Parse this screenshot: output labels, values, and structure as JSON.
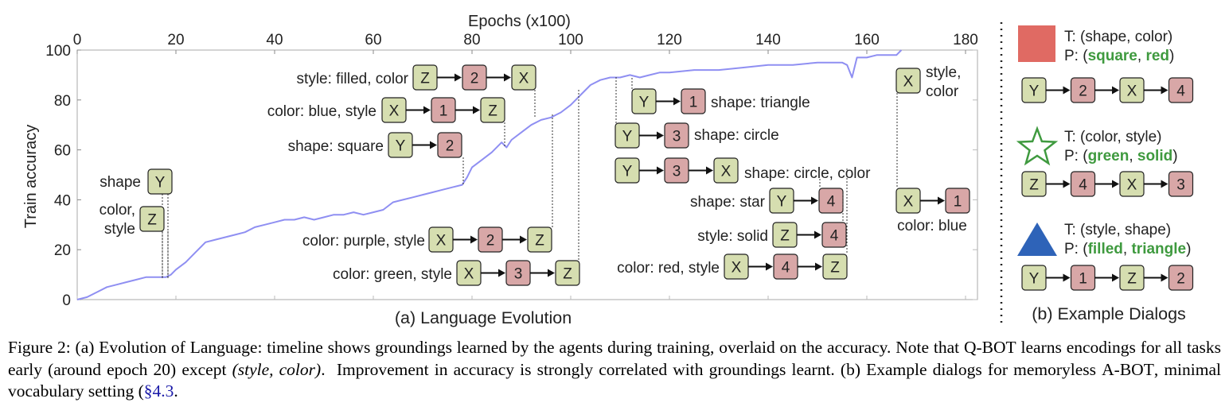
{
  "chart_data": {
    "type": "line",
    "title": "",
    "xlabel": "Epochs (x100)",
    "ylabel": "Train accuracy",
    "xlim": [
      0,
      182
    ],
    "ylim": [
      0,
      100
    ],
    "x_ticks": [
      "0",
      "20",
      "40",
      "60",
      "80",
      "100",
      "120",
      "140",
      "160",
      "180"
    ],
    "y_ticks": [
      "0",
      "20",
      "40",
      "60",
      "80",
      "100"
    ],
    "x_tick_values": [
      0,
      20,
      40,
      60,
      80,
      100,
      120,
      140,
      160,
      180
    ],
    "y_tick_values": [
      0,
      20,
      40,
      60,
      80,
      100
    ],
    "line_color": "#8f8ff2",
    "series": [
      {
        "x": [
          0,
          2,
          4,
          6,
          8,
          10,
          12,
          14,
          16,
          18,
          19,
          20,
          22,
          24,
          26,
          28,
          30,
          32,
          34,
          36,
          38,
          40,
          42,
          44,
          46,
          48,
          50,
          52,
          54,
          56,
          58,
          60,
          62,
          64,
          66,
          68,
          70,
          72,
          74,
          76,
          78,
          79,
          80,
          82,
          84,
          86,
          87,
          88,
          90,
          92,
          94,
          96,
          97,
          98,
          100,
          102,
          104,
          106,
          108,
          110,
          112,
          114,
          116,
          118,
          120,
          125,
          130,
          135,
          140,
          145,
          150,
          155,
          156,
          157,
          158,
          160,
          162,
          164,
          166,
          167
        ],
        "y": [
          0,
          1,
          3,
          5,
          6,
          7,
          8,
          9,
          9,
          9,
          10,
          12,
          15,
          19,
          23,
          24,
          25,
          26,
          27,
          29,
          30,
          31,
          32,
          32,
          33,
          32,
          33,
          34,
          34,
          35,
          34,
          35,
          36,
          39,
          40,
          41,
          42,
          43,
          44,
          45,
          46,
          49,
          53,
          56,
          59,
          63,
          61,
          64,
          67,
          70,
          72,
          73,
          74,
          75,
          78,
          82,
          86,
          88,
          89,
          89,
          90,
          89,
          90,
          91,
          91,
          92,
          92,
          93,
          94,
          94,
          95,
          95,
          94,
          89,
          97,
          97,
          98,
          98,
          98,
          100
        ]
      }
    ],
    "annotations": [
      {
        "label": "shape",
        "tokens": [
          "Y"
        ]
      },
      {
        "label": "color,\nstyle",
        "tokens": [
          "Z"
        ]
      },
      {
        "label": "shape: square",
        "tokens": [
          "Y",
          "2"
        ]
      },
      {
        "label": "color: blue, style",
        "tokens": [
          "X",
          "1",
          "Z"
        ]
      },
      {
        "label": "style: filled, color",
        "tokens": [
          "Z",
          "2",
          "X"
        ]
      },
      {
        "label": "color: purple, style",
        "tokens": [
          "X",
          "2",
          "Z"
        ]
      },
      {
        "label": "color: green, style",
        "tokens": [
          "X",
          "3",
          "Z"
        ]
      },
      {
        "label": "shape: triangle",
        "tokens": [
          "Y",
          "1"
        ]
      },
      {
        "label": "shape: circle",
        "tokens": [
          "Y",
          "3"
        ]
      },
      {
        "label": "shape: circle, color",
        "tokens": [
          "Y",
          "3",
          "X"
        ]
      },
      {
        "label": "shape: star",
        "tokens": [
          "Y",
          "4"
        ]
      },
      {
        "label": "style: solid",
        "tokens": [
          "Z",
          "4"
        ]
      },
      {
        "label": "color: red, style",
        "tokens": [
          "X",
          "4",
          "Z"
        ]
      },
      {
        "label": "style,\ncolor",
        "tokens": [
          "X"
        ]
      },
      {
        "label": "color: blue",
        "tokens": [
          "X",
          "1"
        ]
      }
    ]
  },
  "panel_a": {
    "caption": "(a) Language Evolution"
  },
  "panel_b": {
    "caption": "(b) Example Dialogs",
    "examples": [
      {
        "task": "T: (shape, color)",
        "pred_prefix": "P: (",
        "pred_a": "square",
        "pred_sep": ", ",
        "pred_b": "red",
        "pred_suffix": ")",
        "shape": "square",
        "shape_color": "#e06a63",
        "tokens": [
          "Y",
          "2",
          "X",
          "4"
        ]
      },
      {
        "task": "T: (color, style)",
        "pred_prefix": "P: (",
        "pred_a": "green",
        "pred_sep": ", ",
        "pred_b": "solid",
        "pred_suffix": ")",
        "shape": "star",
        "shape_color": "#3f9a3f",
        "tokens": [
          "Z",
          "4",
          "X",
          "3"
        ]
      },
      {
        "task": "T: (style, shape)",
        "pred_prefix": "P: (",
        "pred_a": "filled",
        "pred_sep": ", ",
        "pred_b": "triangle",
        "pred_suffix": ")",
        "shape": "triangle",
        "shape_color": "#2e63b8",
        "tokens": [
          "Y",
          "1",
          "Z",
          "2"
        ]
      }
    ]
  },
  "colors": {
    "question_token_fill": "#d6deb0",
    "answer_token_fill": "#d8a7a7",
    "prediction_text": "#3f9a3f"
  },
  "caption": {
    "p1": "Figure 2: (a) Evolution of Language: timeline shows groundings learned by the agents during training, overlaid on the accuracy. Note that ",
    "q_bot": "Q-BOT",
    "p2": " learns encodings for all tasks early (around epoch 20) except ",
    "style_color": "(style, color)",
    "p3": ".  Improvement in accuracy is strongly correlated with groundings learnt. (b) Example dialogs for memoryless ",
    "a_bot": "A-BOT",
    "p4": ", minimal vocabulary setting (",
    "section_ref": "§4.3",
    "p5": "."
  }
}
